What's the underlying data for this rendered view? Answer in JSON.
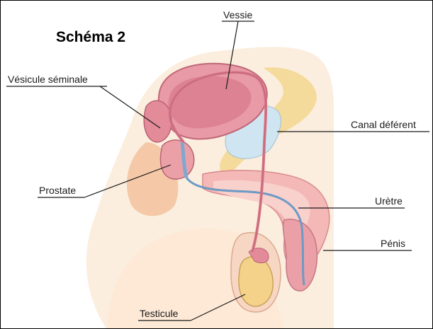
{
  "title": "Schéma 2",
  "labels": {
    "vessie": "Vessie",
    "vesicule": "Vésicule séminale",
    "canal": "Canal déférent",
    "prostate": "Prostate",
    "uretre": "Urètre",
    "penis": "Pénis",
    "testicule": "Testicule"
  }
}
